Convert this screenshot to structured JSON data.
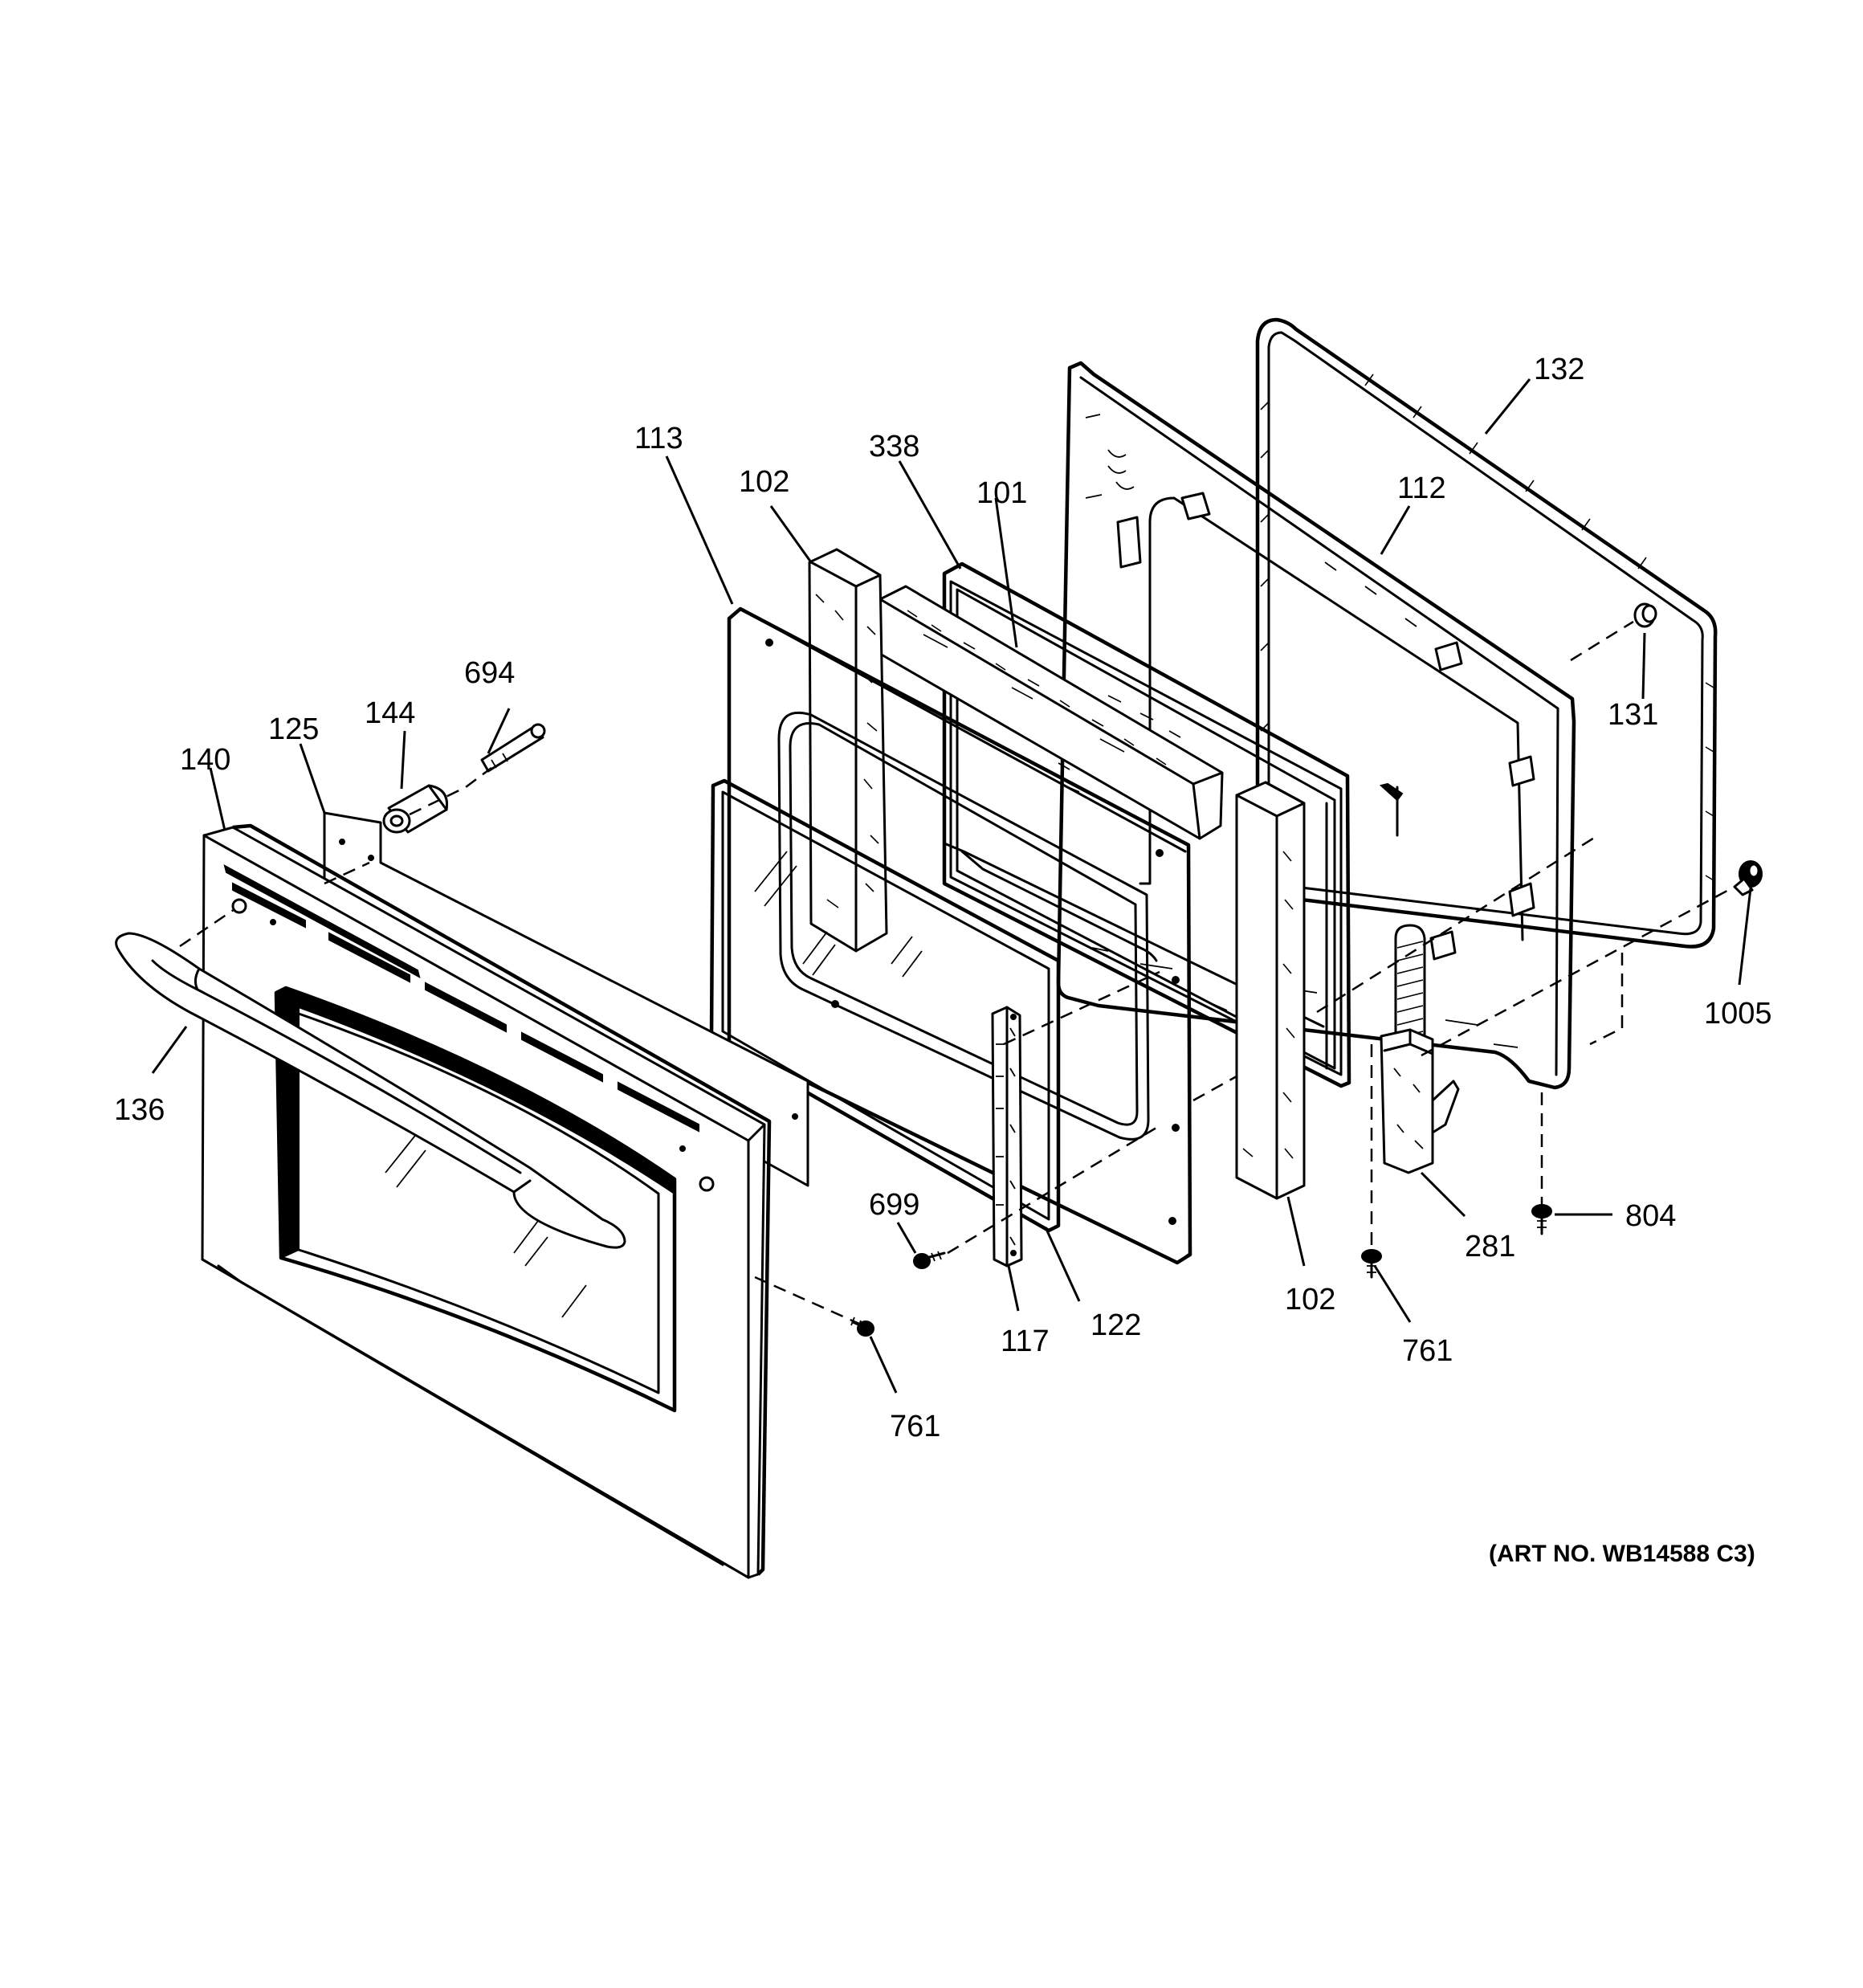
{
  "art_number": "(ART NO. WB14588 C3)",
  "callouts": {
    "c132": "132",
    "c112": "112",
    "c131": "131",
    "c113": "113",
    "c102_top": "102",
    "c338": "338",
    "c101": "101",
    "c694": "694",
    "c144": "144",
    "c125": "125",
    "c140": "140",
    "c136": "136",
    "c1005": "1005",
    "c804": "804",
    "c281": "281",
    "c761_right": "761",
    "c102_bottom": "102",
    "c122": "122",
    "c117": "117",
    "c699": "699",
    "c761_left": "761"
  }
}
